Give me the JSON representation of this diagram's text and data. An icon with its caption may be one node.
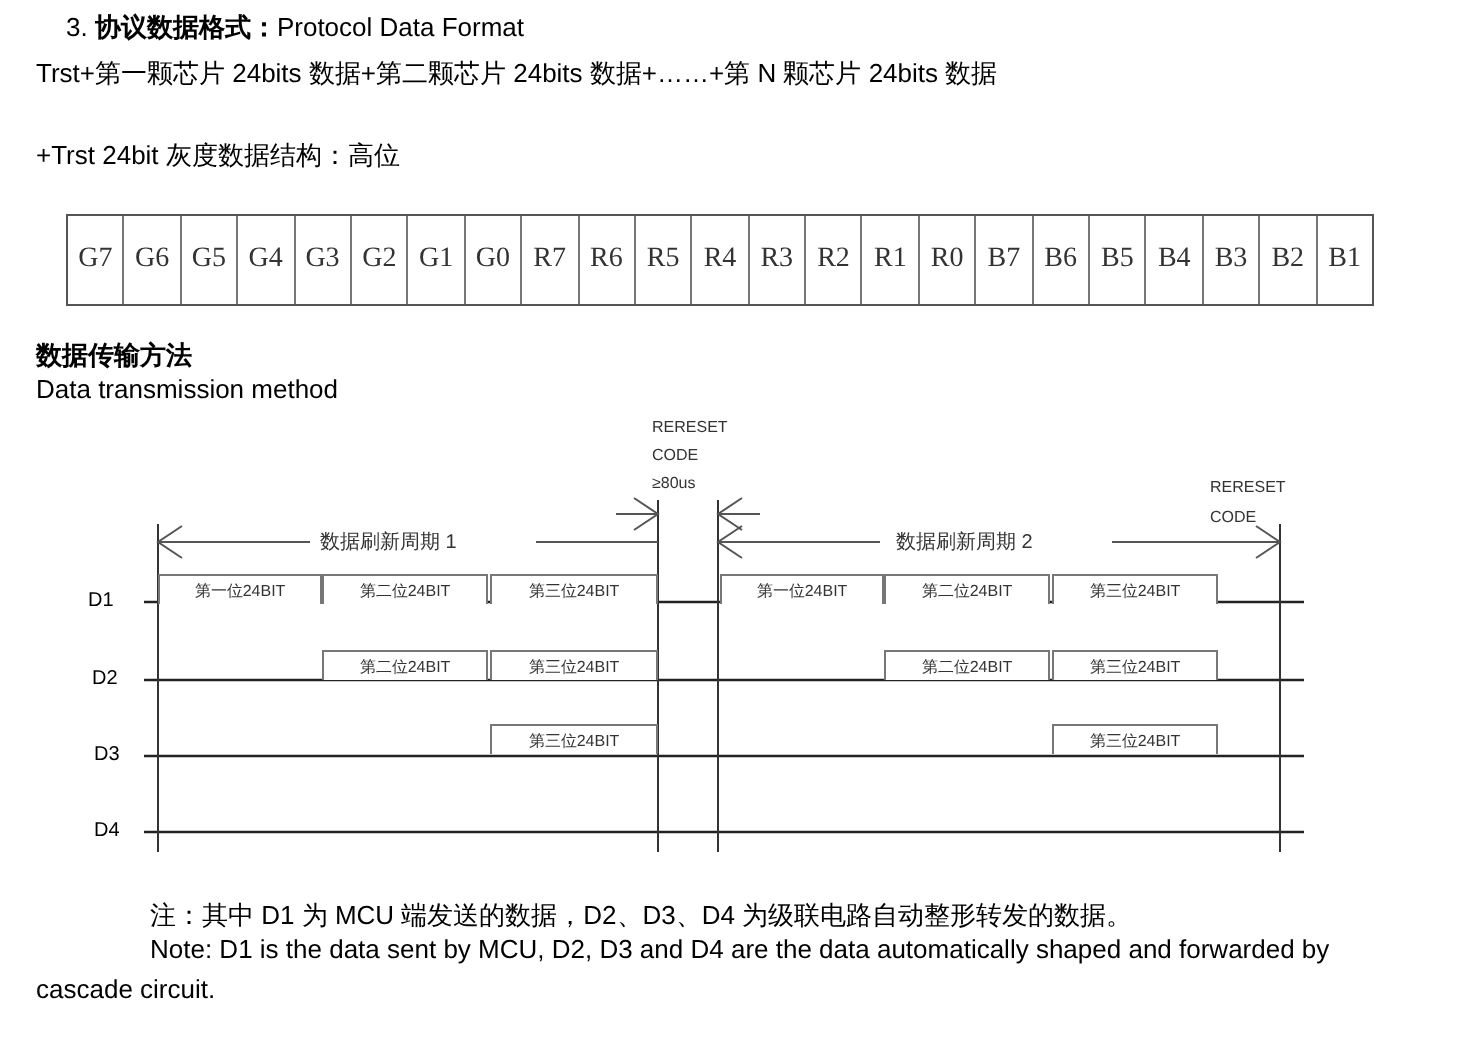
{
  "diagram": {
    "title": "3. **协议数据格式：**Protocol Data Format",
    "nodes": [
      {
        "text": [
          "第一位24BIT"
        ]
      },
      {
        "text": [
          "第二位24BIT"
        ]
      },
      {
        "text": [
          "第三位24BIT"
        ]
      },
      {
        "text": [
          "第一位24BIT"
        ]
      },
      {
        "text": [
          "第二位24BIT"
        ]
      },
      {
        "text": [
          "第三位24BIT"
        ]
      },
      {
        "text": [
          "第二位24BIT"
        ]
      },
      {
        "text": [
          "第三位24BIT"
        ]
      },
      {
        "text": [
          "第二位24BIT"
        ]
      },
      {
        "text": [
          "第三位24BIT"
        ]
      },
      {
        "text": [
          "第三位24BIT"
        ]
      },
      {
        "text": [
          "第三位24BIT"
        ]
      }
    ],
    "labels": [
      "Trst+第一颗芯片 24bits 数据+第二颗芯片 24bits 数据+……+第 N 颗芯片 24bits 数据",
      "+Trst 24bit 灰度数据结构：高位",
      "G7",
      "G6",
      "G5",
      "G4",
      "G3",
      "G2",
      "G1",
      "G0",
      "R7",
      "R6",
      "R5",
      "R4",
      "R3",
      "R2",
      "R1",
      "R0",
      "B7",
      "B6",
      "B5",
      "B4",
      "B3",
      "B2",
      "B1",
      "数据传输方法",
      "Data transmission method",
      "RERESET CODE ≥80us",
      "RERESET CODE",
      "数据刷新周期 1",
      "数据刷新周期 2",
      "D1",
      "D2",
      "D3",
      "D4",
      "注：其中 D1 为 MCU 端发送的数据，D2、D3、D4 为级联电路自动整形转发的数据。",
      "Note: D1 is the data sent by MCU, D2, D3 and D4 are the data automatically shaped and forwarded by cascade circuit."
    ]
  }
}
